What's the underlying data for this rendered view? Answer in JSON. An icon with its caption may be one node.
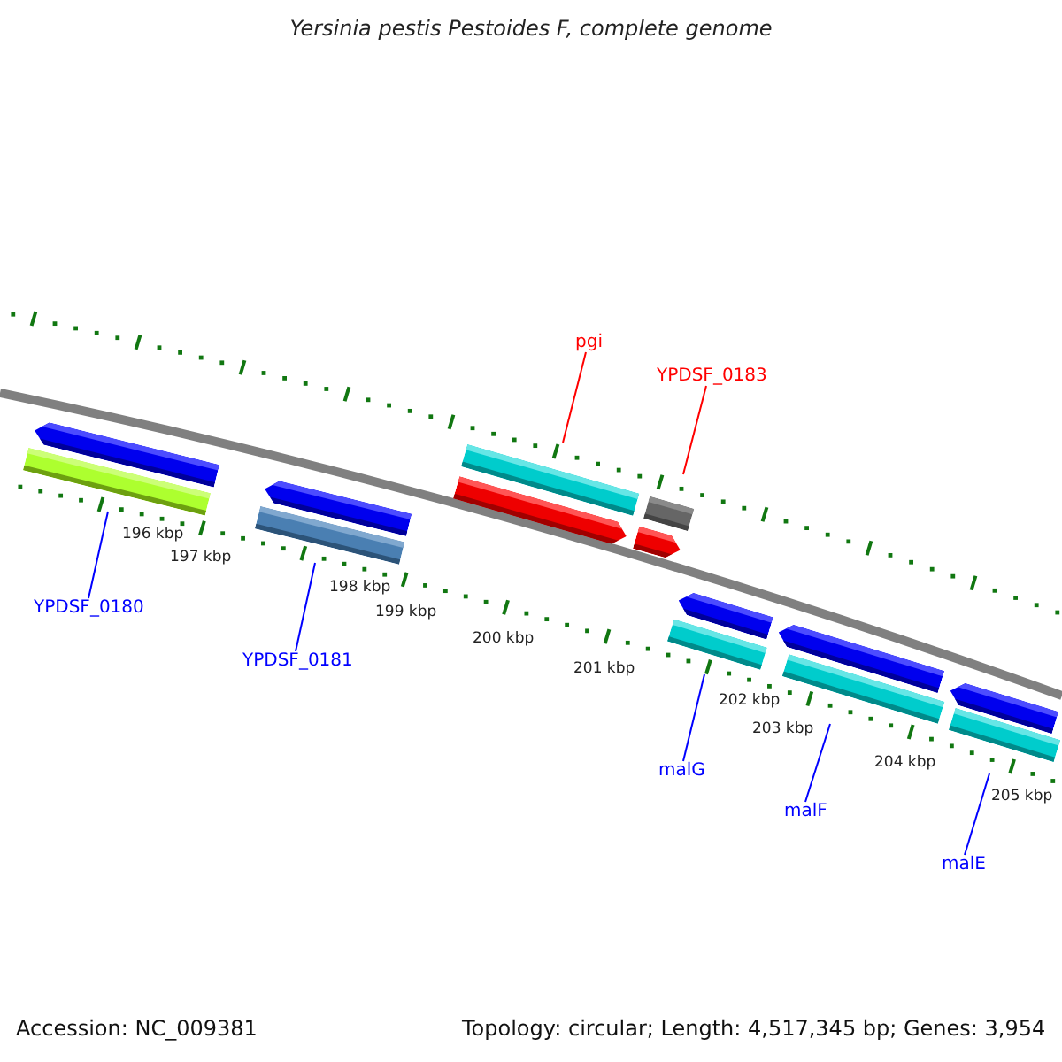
{
  "diagram": {
    "title": "Yersinia pestis Pestoides F, complete genome",
    "nodes": [
      {
        "text": [
          "pgi"
        ]
      },
      {
        "text": [
          "YPDSF_0183"
        ]
      },
      {
        "text": [
          "YPDSF_0180"
        ]
      },
      {
        "text": [
          "YPDSF_0181"
        ]
      },
      {
        "text": [
          "malG"
        ]
      },
      {
        "text": [
          "malF"
        ]
      },
      {
        "text": [
          "malE"
        ]
      }
    ],
    "edges": [
      {
        "from": 0,
        "to": null,
        "arrow": "none",
        "color": "#ff0000"
      },
      {
        "from": 1,
        "to": null,
        "arrow": "none",
        "color": "#ff0000"
      },
      {
        "from": 2,
        "to": null,
        "arrow": "none"
      },
      {
        "from": 3,
        "to": null,
        "arrow": "none"
      },
      {
        "from": 4,
        "to": null,
        "arrow": "none"
      },
      {
        "from": 5,
        "to": null,
        "arrow": "none"
      },
      {
        "from": 6,
        "to": null,
        "arrow": "none"
      }
    ],
    "labels": [
      "196 kbp",
      "197 kbp",
      "198 kbp",
      "199 kbp",
      "200 kbp",
      "201 kbp",
      "202 kbp",
      "203 kbp",
      "204 kbp",
      "205 kbp",
      "Accession: NC_009381",
      "Topology: circular; Length: 4,517,345 bp; Genes: 3,954"
    ]
  }
}
